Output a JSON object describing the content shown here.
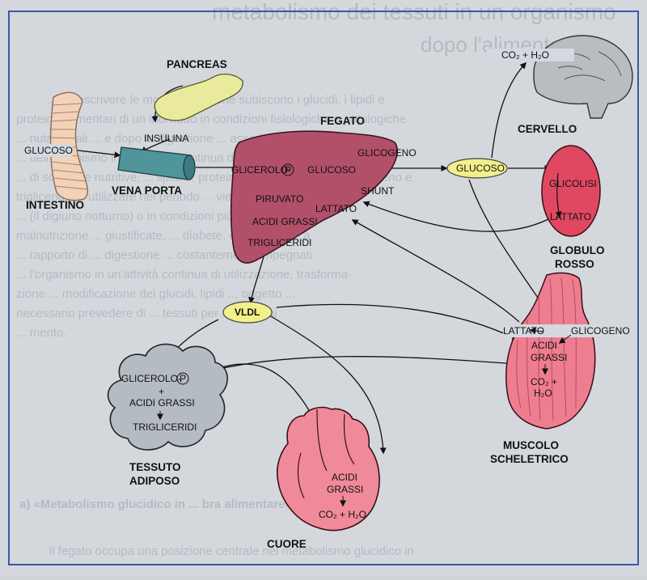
{
  "background_text": {
    "heading_line1": "metabolismo dei tessuti in un organismo",
    "heading_line2": "dopo l'alimentazione",
    "paragraph": [
      "... è descrivere le modificazioni che subiscono i glucidi, i lipidi e",
      "proteine alimentari di un individuo in condizioni fisiologiche e patologiche",
      "... nutrizionali ... e dopo la digestione ... assorbimento ...",
      "... dell'organismo in un'attività continua di utilizzazione e trasforma-",
      "... di sostanze nutritive, ... lipidi ... proteine, ... forme di scorta (glicogeno e",
      "trigliceridi) ... utilizzare nel periodo ... viene introdotto il cibo",
      "... (il digiuno notturno) o in condizioni più ...",
      "malnutrizione ... giustificate, ... diabete, ecc.) si viene a",
      "... rapporto di ... digestione ... costantemente impegnati",
      "... l'organismo in un'attività continua di utilizzazione, trasforma-",
      "zione ... modificazione dei glucidi, lipidi ... oggetto ... ",
      "necessario prevedere di ... tessuti per ... funzioni",
      "... mento."
    ],
    "subheading": "a) «Metabolismo glucidico in ... bra alimentare»",
    "bottom_line": "Il fegato occupa una posizione centrale nel metabolismo glucidico in"
  },
  "organs": {
    "intestino": "INTESTINO",
    "pancreas": "PANCREAS",
    "vena_porta": "VENA PORTA",
    "fegato": "FEGATO",
    "cervello": "CERVELLO",
    "globulo_rosso": [
      "GLOBULO",
      "ROSSO"
    ],
    "muscolo": [
      "MUSCOLO",
      "SCHELETRICO"
    ],
    "tessuto": [
      "TESSUTO",
      "ADIPOSO"
    ],
    "cuore": "CUORE"
  },
  "labels": {
    "glucoso_intestino": "GLUCOSO",
    "insulina": "INSULINA",
    "glicerolo": "GLICEROLO-",
    "p": "P",
    "glucoso_fegato": "GLUCOSO",
    "glicogeno_fegato": "GLICOGENO",
    "piruvato": "PIRUVATO",
    "shunt": "SHUNT",
    "acidi_grassi_fegato": "ACIDI GRASSI",
    "lattato_fegato": "LATTATO",
    "trigliceridi_fegato": "TRIGLICERIDI",
    "glucoso_blood": "GLUCOSO",
    "vldl": "VLDL",
    "co2_h2o_brain": "CO₂ + H₂O",
    "glicolisi": "GLICOLISI",
    "lattato_rbc": "LATTATO",
    "glicerolo_adipose": "GLICEROLO-",
    "plus": "+",
    "acidi_grassi_adipose": "ACIDI GRASSI",
    "trigliceridi_adipose": "TRIGLICERIDI",
    "muscle_lattato": "LATTATO",
    "muscle_glicogeno": "GLICOGENO",
    "muscle_acidi": "ACIDI",
    "muscle_grassi": "GRASSI",
    "muscle_co2": "CO₂ +",
    "muscle_h2o": "H₂O",
    "heart_acidi": "ACIDI",
    "heart_grassi": "GRASSI",
    "heart_co2": "CO₂ + H₂O"
  },
  "colors": {
    "liver": "#b2506a",
    "brain": "#b9bcc1",
    "pancreas": "#e9ea9c",
    "portal_vein": "#4f9599",
    "intestine": "#f2d3ba",
    "rbc": "#e04862",
    "muscle": "#ee7d90",
    "heart": "#f08a9a",
    "adipose": "#b5bbc2",
    "ellipse": "#f2f08a",
    "frame": "#3d55a6"
  }
}
